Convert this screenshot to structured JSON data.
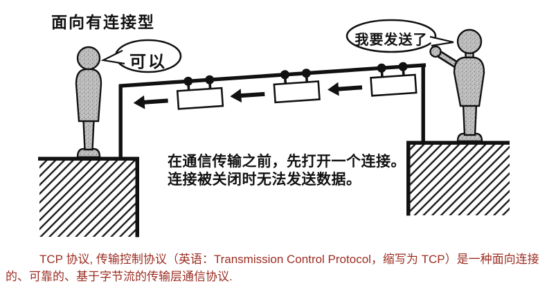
{
  "diagram": {
    "title": "面向有连接型",
    "speech_left": "可以",
    "speech_right": "我要发送了",
    "note_line1": "在通信传输之前，先打开一个连接。",
    "note_line2": "连接被关闭时无法发送数据。",
    "ink_color": "#111111",
    "figure_fill": "#c2c2c2",
    "packet_count": "3",
    "arrow_direction": "left"
  },
  "caption": {
    "line1": "TCP 协议, 传输控制协议（英语：Transmission Control Protocol，缩写为 TCP）是一种面向连接",
    "line2": "的、可靠的、基于字节流的传输层通信协议.",
    "color": "#9b2c21"
  }
}
